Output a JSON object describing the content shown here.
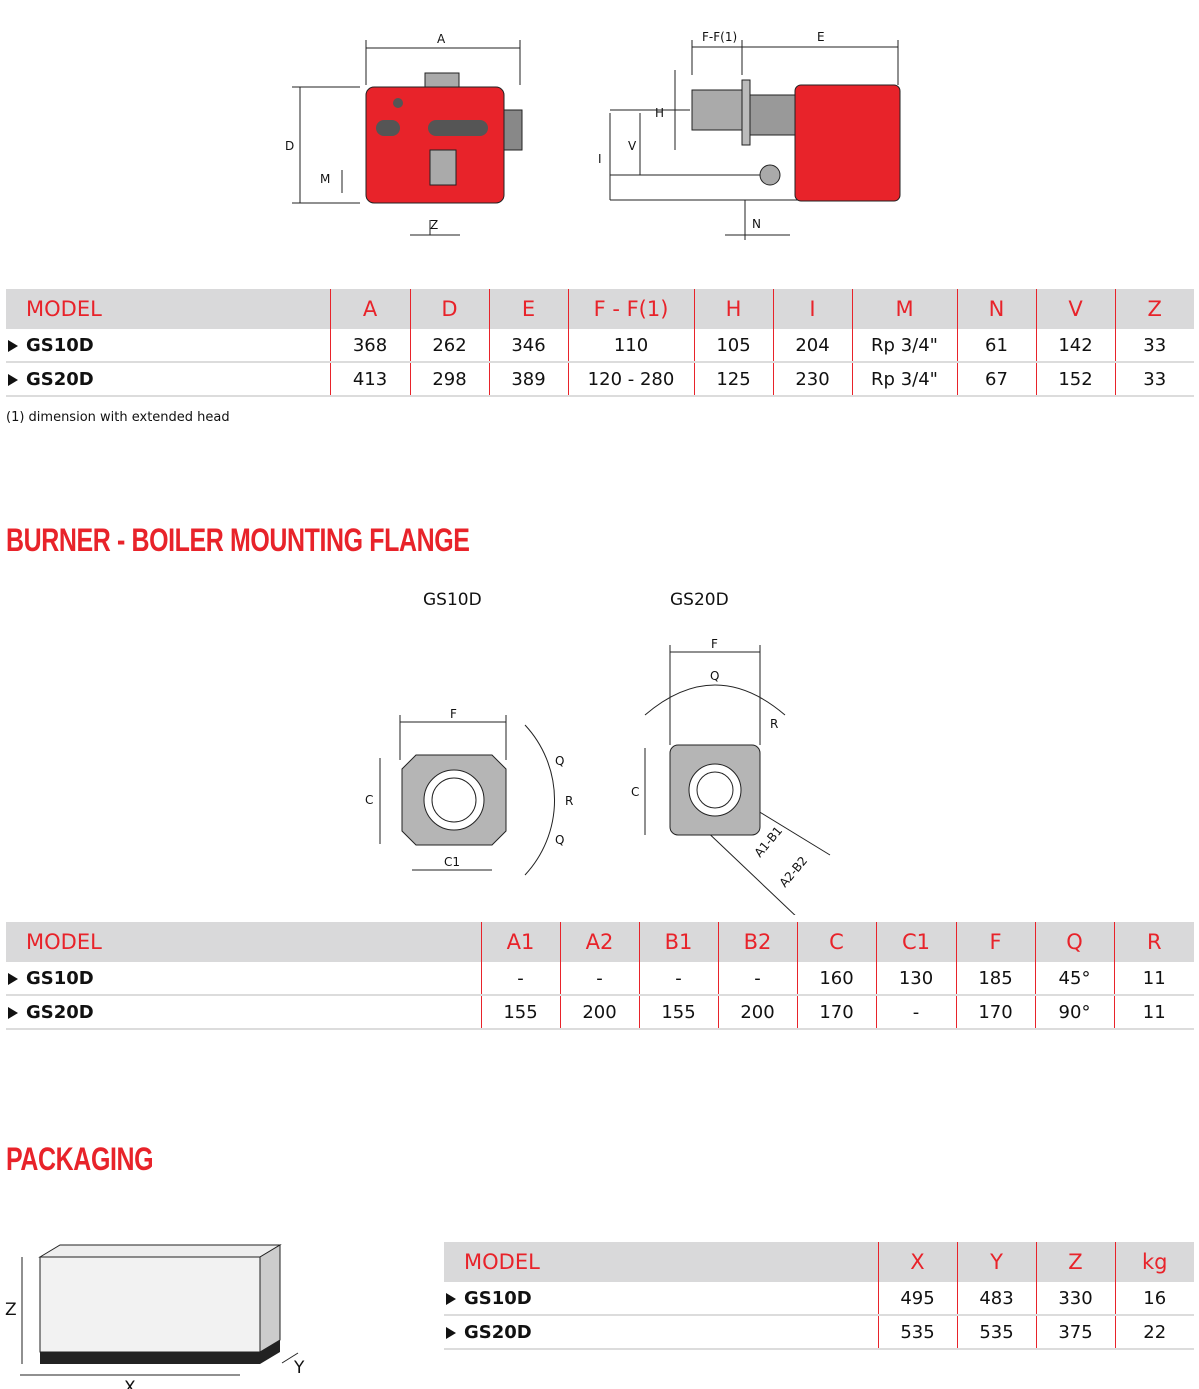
{
  "dimensions": {
    "diagram_labels": {
      "A": "A",
      "D": "D",
      "M": "M",
      "Z": "Z",
      "FF1": "F-F(1)",
      "E": "E",
      "H": "H",
      "V": "V",
      "I": "I",
      "N": "N"
    },
    "headers": [
      "MODEL",
      "A",
      "D",
      "E",
      "F - F(1)",
      "H",
      "I",
      "M",
      "N",
      "V",
      "Z"
    ],
    "rows": [
      [
        "GS10D",
        "368",
        "262",
        "346",
        "110",
        "105",
        "204",
        "Rp 3/4\"",
        "61",
        "142",
        "33"
      ],
      [
        "GS20D",
        "413",
        "298",
        "389",
        "120 - 280",
        "125",
        "230",
        "Rp 3/4\"",
        "67",
        "152",
        "33"
      ]
    ],
    "note": "(1) dimension with extended head"
  },
  "flange": {
    "title": "BURNER - BOILER MOUNTING FLANGE",
    "gs10d_label": "GS10D",
    "gs20d_label": "GS20D",
    "diagram_labels": {
      "F": "F",
      "Q": "Q",
      "R": "R",
      "C": "C",
      "C1": "C1",
      "A1B1": "A1-B1",
      "A2B2": "A2-B2"
    },
    "headers": [
      "MODEL",
      "A1",
      "A2",
      "B1",
      "B2",
      "C",
      "C1",
      "F",
      "Q",
      "R"
    ],
    "rows": [
      [
        "GS10D",
        "-",
        "-",
        "-",
        "-",
        "160",
        "130",
        "185",
        "45°",
        "11"
      ],
      [
        "GS20D",
        "155",
        "200",
        "155",
        "200",
        "170",
        "-",
        "170",
        "90°",
        "11"
      ]
    ]
  },
  "packaging": {
    "title": "PACKAGING",
    "diagram_labels": {
      "X": "X",
      "Y": "Y",
      "Z": "Z"
    },
    "headers": [
      "MODEL",
      "X",
      "Y",
      "Z",
      "kg"
    ],
    "rows": [
      [
        "GS10D",
        "495",
        "483",
        "330",
        "16"
      ],
      [
        "GS20D",
        "535",
        "535",
        "375",
        "22"
      ]
    ]
  },
  "colors": {
    "accent": "#e8232a",
    "header_bg": "#d9d9da"
  }
}
